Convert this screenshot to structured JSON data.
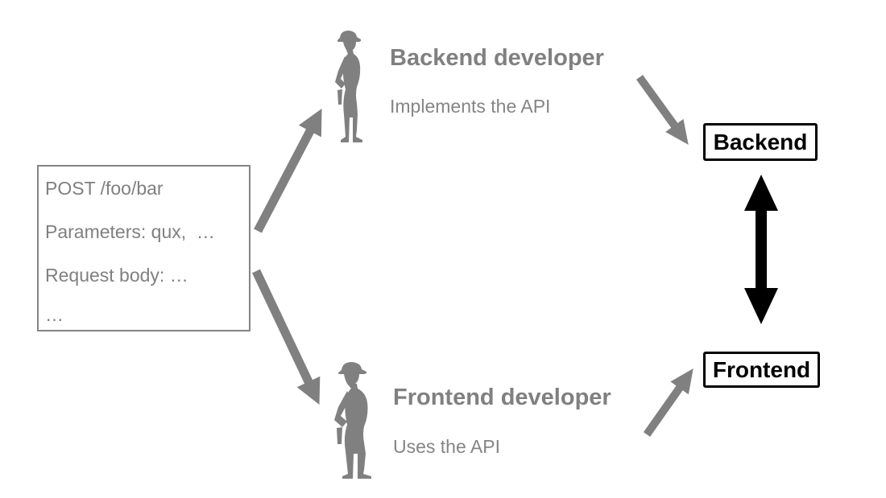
{
  "colors": {
    "gray": "#808080",
    "black": "#000000",
    "background": "#ffffff"
  },
  "request_box": {
    "lines": [
      "POST /foo/bar",
      "Parameters: qux,  …",
      "Request body: …",
      "…"
    ]
  },
  "actors": {
    "backend_developer": {
      "title": "Backend developer",
      "subtitle": "Implements the API",
      "icon": "female-construction-worker-silhouette"
    },
    "frontend_developer": {
      "title": "Frontend developer",
      "subtitle": "Uses the API",
      "icon": "male-construction-worker-silhouette"
    }
  },
  "nodes": {
    "backend": "Backend",
    "frontend": "Frontend"
  },
  "edges": [
    {
      "from": "api-spec-box",
      "to": "backend-developer",
      "style": "gray-arrow"
    },
    {
      "from": "api-spec-box",
      "to": "frontend-developer",
      "style": "gray-arrow"
    },
    {
      "from": "backend-developer",
      "to": "backend-node",
      "style": "gray-arrow"
    },
    {
      "from": "frontend-developer",
      "to": "frontend-node",
      "style": "gray-arrow"
    },
    {
      "from": "backend-node",
      "to": "frontend-node",
      "style": "black-double-arrow"
    }
  ]
}
